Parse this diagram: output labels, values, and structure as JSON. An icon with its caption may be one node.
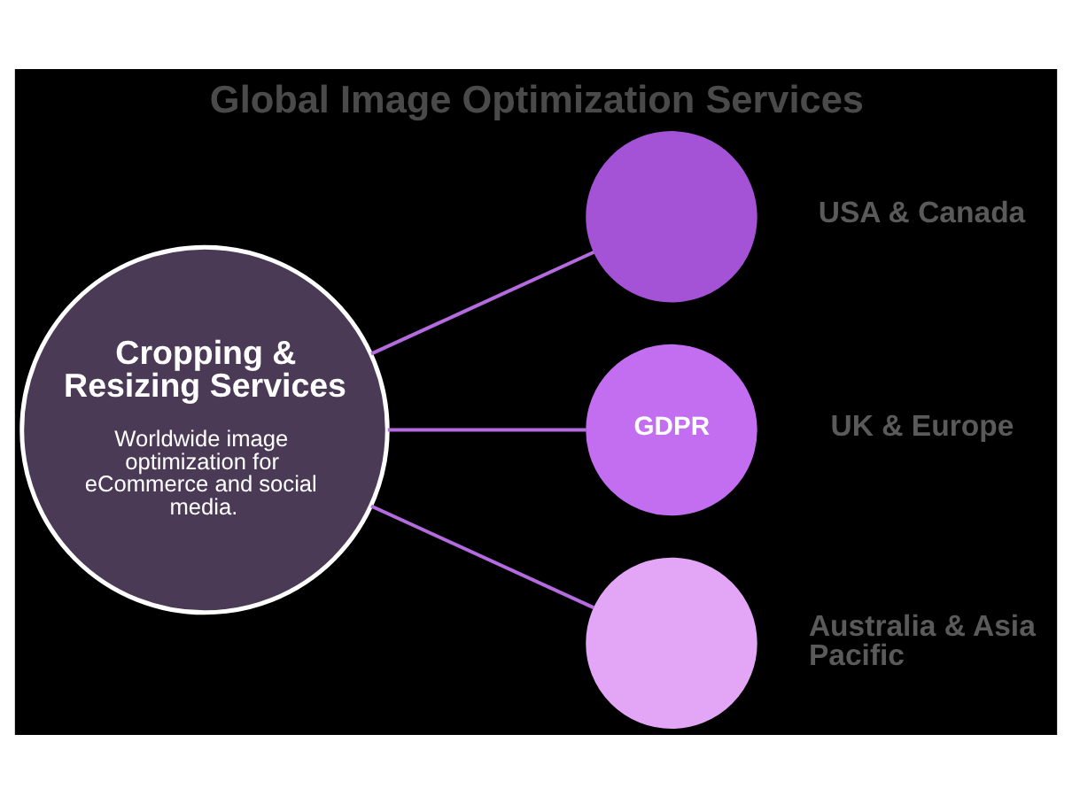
{
  "diagram": {
    "title": "Global Image Optimization Services",
    "nodes": [
      {
        "text": [
          "Cropping & Resizing Services",
          "Worldwide image optimization for eCommerce and social media."
        ]
      },
      {
        "text": [],
        "shape": "circle",
        "beside": [
          "USA & Canada"
        ]
      },
      {
        "text": [
          "GDPR"
        ],
        "beside": [
          "UK & Europe"
        ]
      },
      {
        "text": [],
        "shape": "circle",
        "beside": [
          "Australia & Asia Pacific"
        ]
      }
    ],
    "edges": [
      {
        "from": 0,
        "to": 1,
        "arrow": "none"
      },
      {
        "from": 0,
        "to": 2,
        "arrow": "none"
      },
      {
        "from": 0,
        "to": 3,
        "arrow": "none"
      }
    ]
  }
}
